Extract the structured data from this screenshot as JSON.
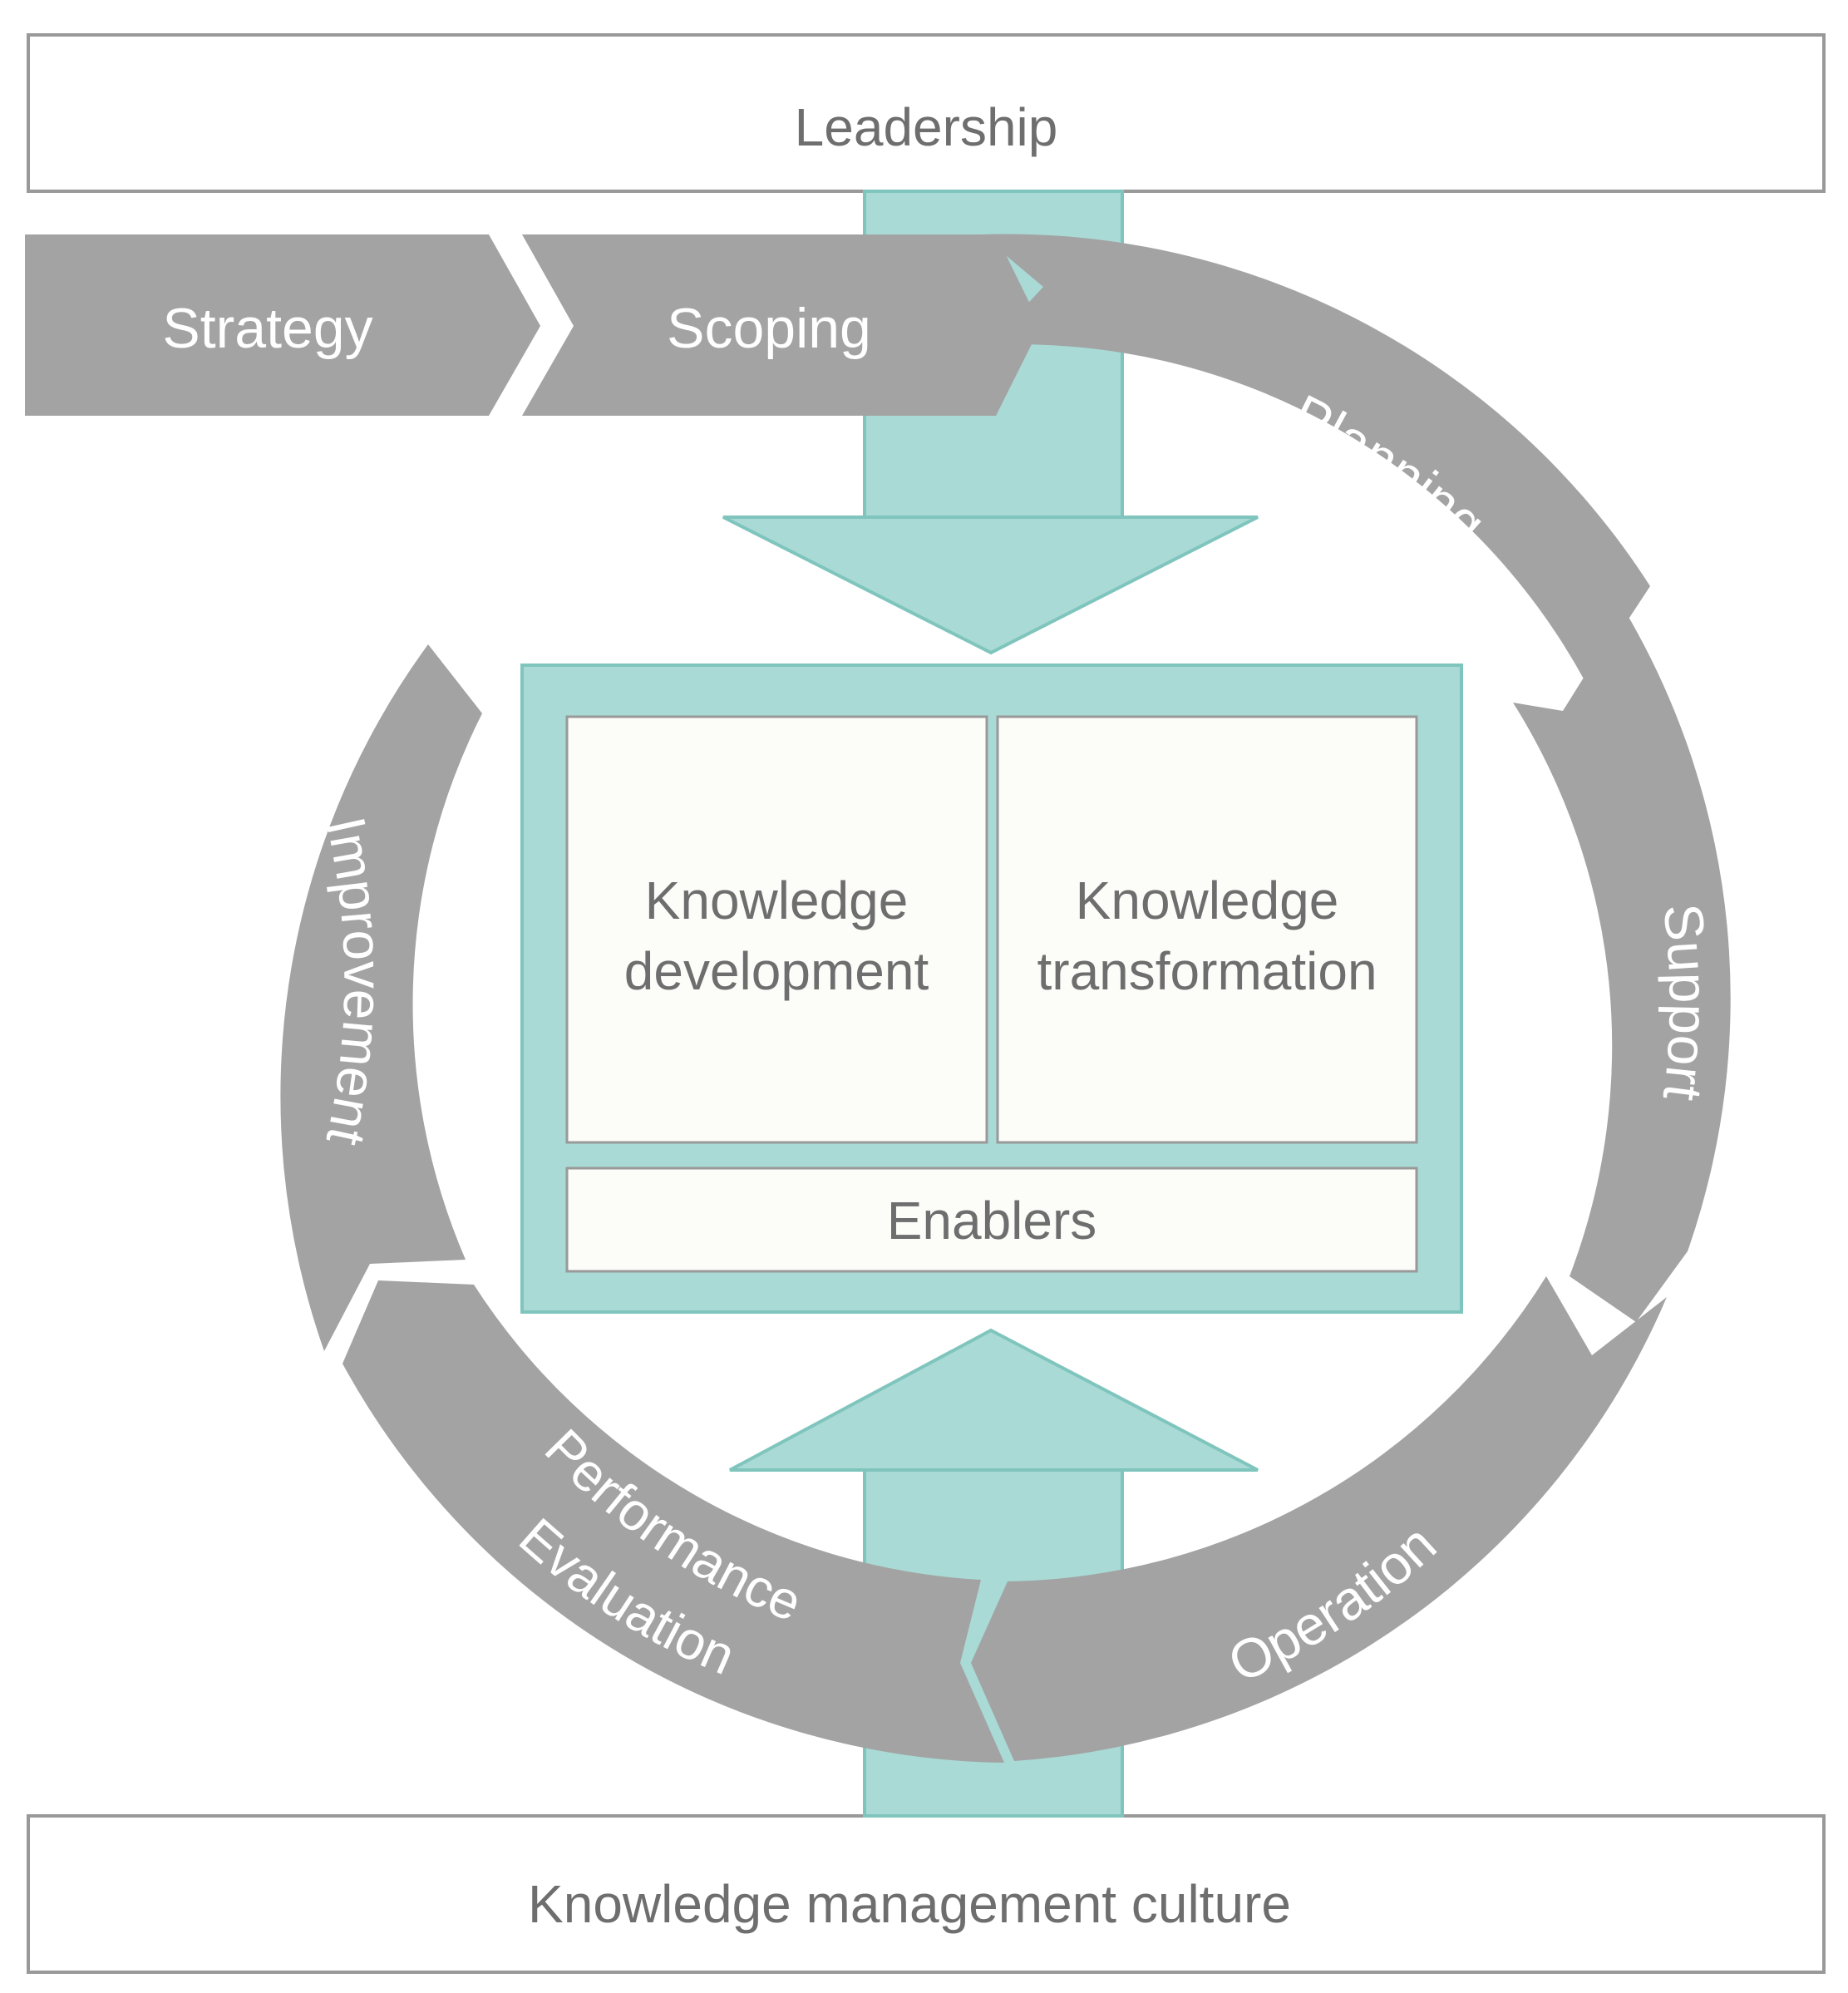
{
  "top_bar": {
    "label": "Leadership"
  },
  "bottom_bar": {
    "label": "Knowledge management culture"
  },
  "entry_chevrons": [
    {
      "label": "Strategy"
    },
    {
      "label": "Scoping"
    }
  ],
  "cycle": [
    {
      "label": "Planning"
    },
    {
      "label": "Support"
    },
    {
      "label": "Operation"
    },
    {
      "label": "Performance",
      "label_2": "Evaluation"
    },
    {
      "label": "Improvement"
    }
  ],
  "core": {
    "left_lines": [
      "Knowledge",
      "development"
    ],
    "right_lines": [
      "Knowledge",
      "transformation"
    ],
    "bottom": "Enablers"
  },
  "colors": {
    "grey_segment": "#a3a3a3",
    "teal": "#a9dad5",
    "teal_stroke": "#7fc5bd",
    "panel": "#fcfcf9",
    "box_stroke": "#999999",
    "text_dark": "#6e6e6e",
    "text_light": "#ffffff"
  }
}
